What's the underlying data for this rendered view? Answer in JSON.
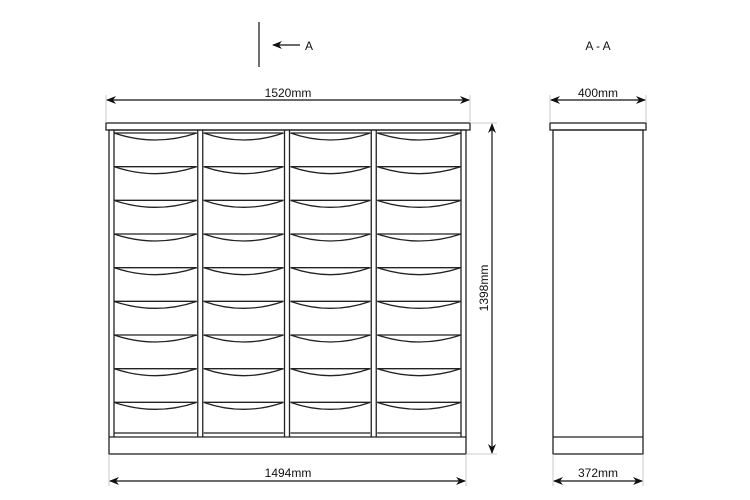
{
  "section_marker": {
    "label": "A"
  },
  "section_title": "A - A",
  "front_view": {
    "columns": 4,
    "drawer_rows": 9,
    "dimensions": {
      "overall_width": "1520mm",
      "carcass_width": "1494mm",
      "height": "1398mm"
    }
  },
  "side_view": {
    "dimensions": {
      "top_depth": "400mm",
      "carcass_depth": "372mm"
    }
  }
}
